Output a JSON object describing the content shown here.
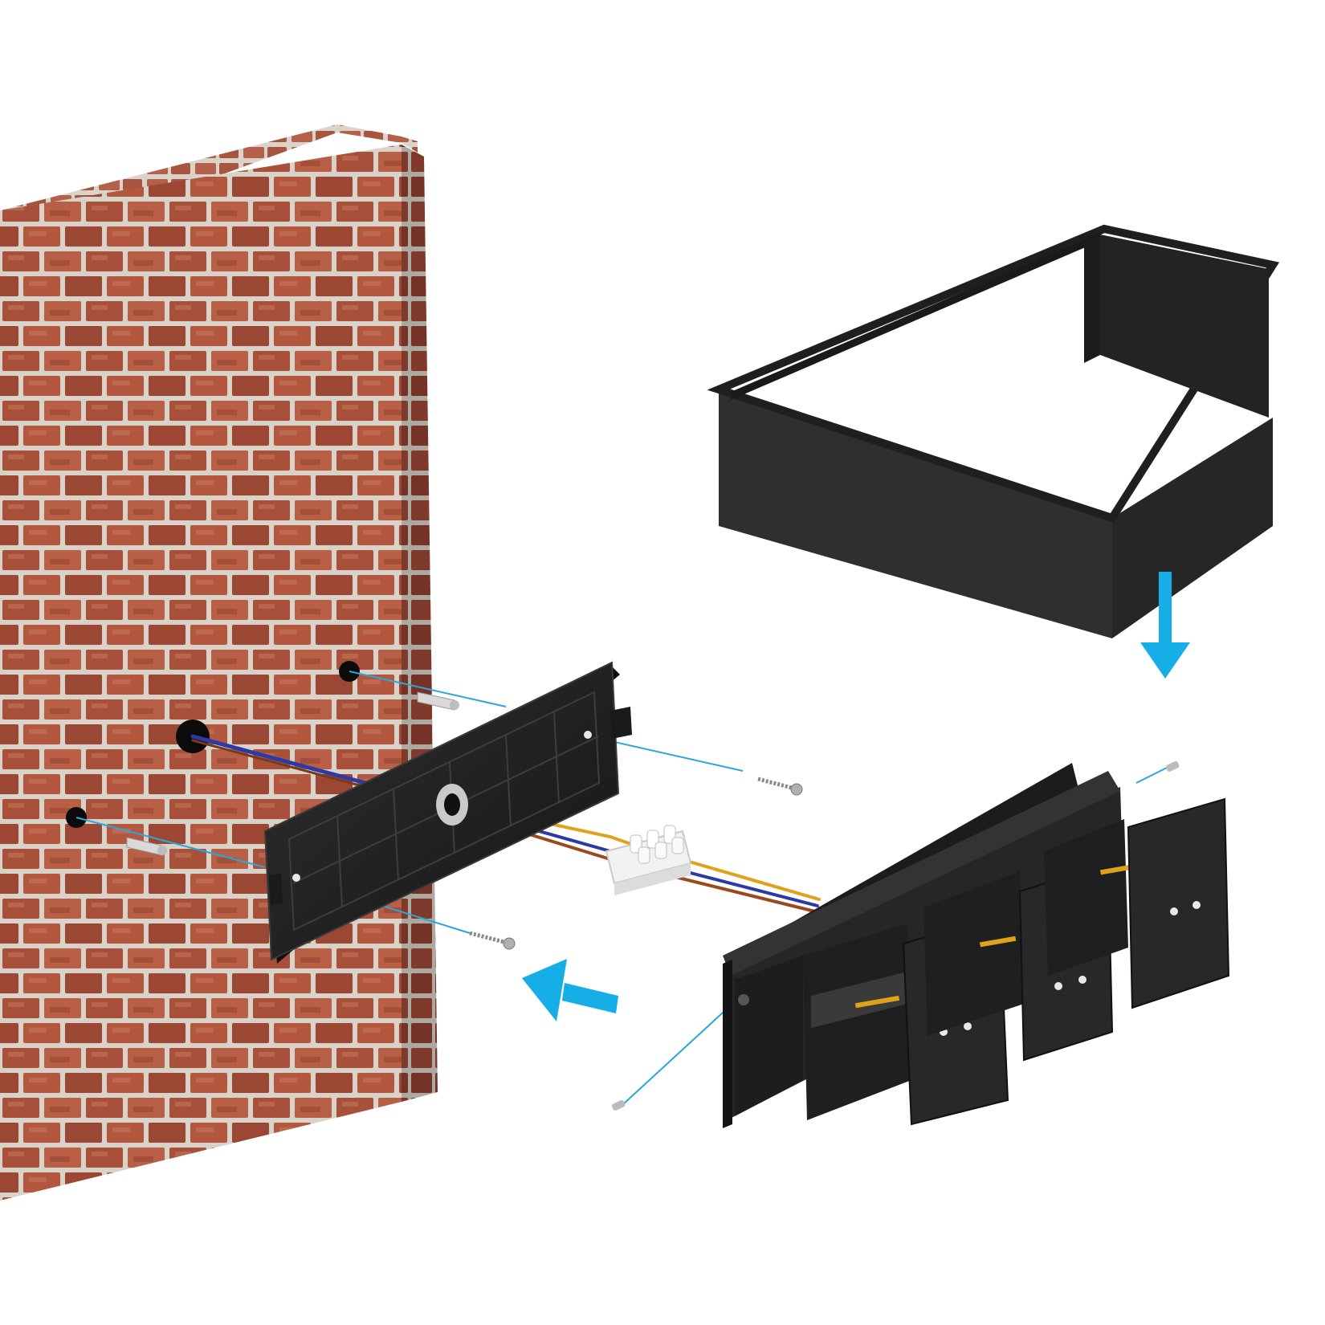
{
  "diagram": {
    "type": "exploded installation view",
    "components": [
      {
        "name": "brick-wall"
      },
      {
        "name": "mounting-plate"
      },
      {
        "name": "wall-anchor",
        "count": 2
      },
      {
        "name": "mounting-screw",
        "count": 2
      },
      {
        "name": "terminal-block-connector"
      },
      {
        "name": "lamp-body"
      },
      {
        "name": "lamp-shade"
      },
      {
        "name": "set-screw",
        "count": 2
      }
    ],
    "wires": [
      {
        "name": "blue-wire",
        "color": "#2b3aa6"
      },
      {
        "name": "brown-wire",
        "color": "#9a4a1e"
      },
      {
        "name": "yellow-wire",
        "color": "#e0a21a"
      }
    ],
    "arrows": [
      {
        "name": "shade-down-arrow",
        "direction": "down"
      },
      {
        "name": "body-to-wall-arrow",
        "direction": "left"
      }
    ]
  },
  "colors": {
    "accent": "#15aee6",
    "guide": "#2aa7d8",
    "fixture": "#2b2b2b",
    "brick": "#a8503a",
    "mortar": "#d9d3cb"
  }
}
